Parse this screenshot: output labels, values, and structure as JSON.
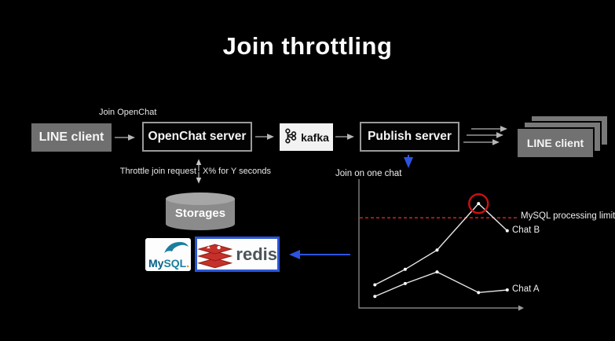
{
  "slide": {
    "title": "Join throttling"
  },
  "flow": {
    "line_client_left": "LINE client",
    "join_label": "Join OpenChat",
    "openchat_server": "OpenChat server",
    "kafka_label": "kafka",
    "publish_server": "Publish server",
    "line_client_right": "LINE client"
  },
  "throttle_note": {
    "left": "Throttle join request",
    "right": "X% for Y seconds"
  },
  "storage": {
    "storages_label": "Storages",
    "mysql_my": "My",
    "mysql_sql": "SQL",
    "mysql_dot": ".",
    "redis_label": "redis"
  },
  "colors": {
    "accent_blue": "#2e52e0",
    "arrow_gray": "#b5b5b5",
    "box_gray": "#6f6f6f",
    "box_border": "#9a9a9a",
    "limit_red": "#bb2222",
    "circle_red": "#cc1111",
    "redis_red": "#c6302b",
    "redis_border": "#2a56d6",
    "mysql_navy": "#00618a",
    "mysql_teal": "#1b7e9e",
    "mysql_orange": "#e8871e"
  },
  "chart_data": {
    "type": "line",
    "title": "",
    "xlabel": "",
    "ylabel": "Join on one chat",
    "x": [
      1,
      2.9,
      4.9,
      7.5,
      9.3
    ],
    "xlim": [
      0,
      10
    ],
    "ylim": [
      0,
      100
    ],
    "grid": false,
    "legend_position": "labels-at-line-ends",
    "series": [
      {
        "name": "Chat B",
        "values": [
          18,
          30,
          45,
          81,
          60
        ]
      },
      {
        "name": "Chat A",
        "values": [
          9,
          19,
          28,
          12,
          14
        ]
      }
    ],
    "threshold": {
      "label": "MySQL processing limit",
      "value": 70,
      "color": "#bb2222",
      "style": "dashed"
    },
    "annotation": {
      "type": "circle",
      "series": "Chat B",
      "point_index": 3,
      "color": "#cc1111"
    },
    "axis_color": "#999999",
    "line_color": "#e8e8e8",
    "marker_color": "#ffffff"
  }
}
